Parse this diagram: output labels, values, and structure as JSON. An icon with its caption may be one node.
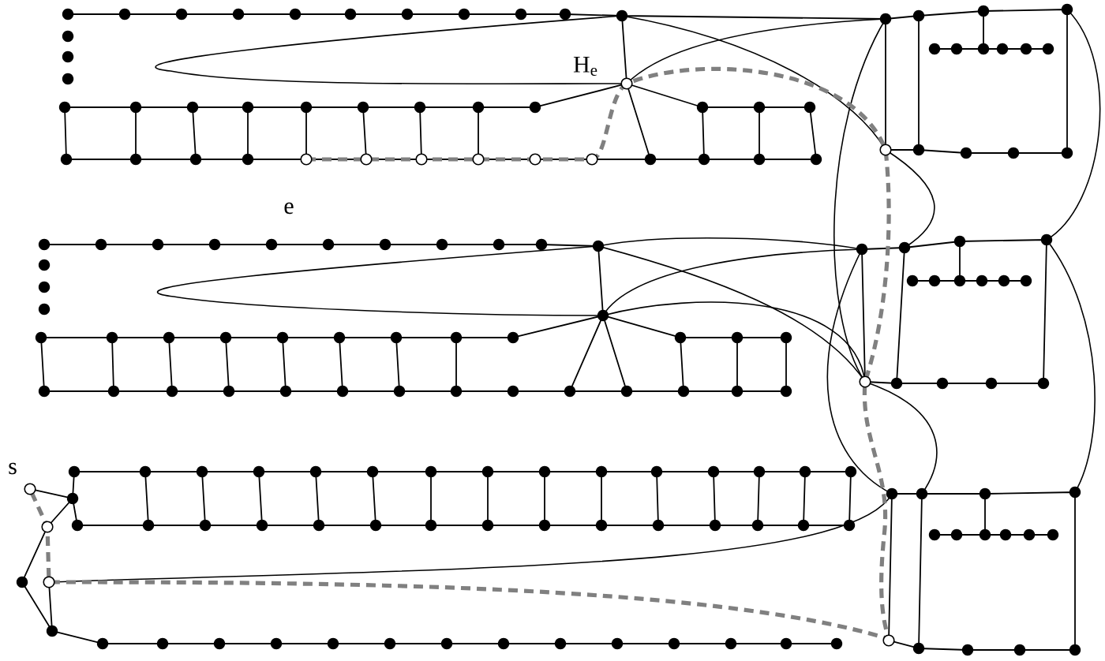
{
  "diagram": {
    "labels": [
      "H$_{e}$",
      "e",
      "s"
    ]
  }
}
